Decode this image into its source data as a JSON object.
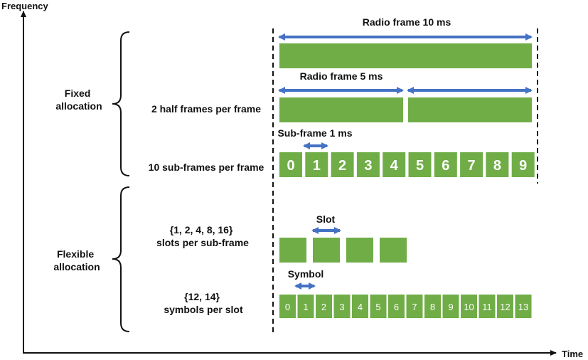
{
  "axes": {
    "y_label": "Frequency",
    "x_label": "Time"
  },
  "groups": {
    "fixed": [
      "Fixed",
      "allocation"
    ],
    "flexible": [
      "Flexible",
      "allocation"
    ]
  },
  "rows": {
    "half_frames": [
      "2 half frames per frame"
    ],
    "sub_frames": [
      "10 sub-frames per frame"
    ],
    "slots": [
      "{1, 2, 4, 8, 16}",
      "slots per sub-frame"
    ],
    "symbols": [
      "{12, 14}",
      "symbols per slot"
    ]
  },
  "spans": {
    "radio_frame_10": "Radio frame  10 ms",
    "radio_frame_5": "Radio frame 5 ms",
    "sub_frame": "Sub-frame 1 ms",
    "slot": "Slot",
    "symbol": "Symbol"
  },
  "subframe_numbers": [
    "0",
    "1",
    "2",
    "3",
    "4",
    "5",
    "6",
    "7",
    "8",
    "9"
  ],
  "slot_count": 4,
  "symbol_numbers": [
    "0",
    "1",
    "2",
    "3",
    "4",
    "5",
    "6",
    "7",
    "8",
    "9",
    "10",
    "11",
    "12",
    "13"
  ],
  "colors": {
    "block": "#70ad47",
    "arrow": "#4472c4",
    "line": "#111111"
  }
}
